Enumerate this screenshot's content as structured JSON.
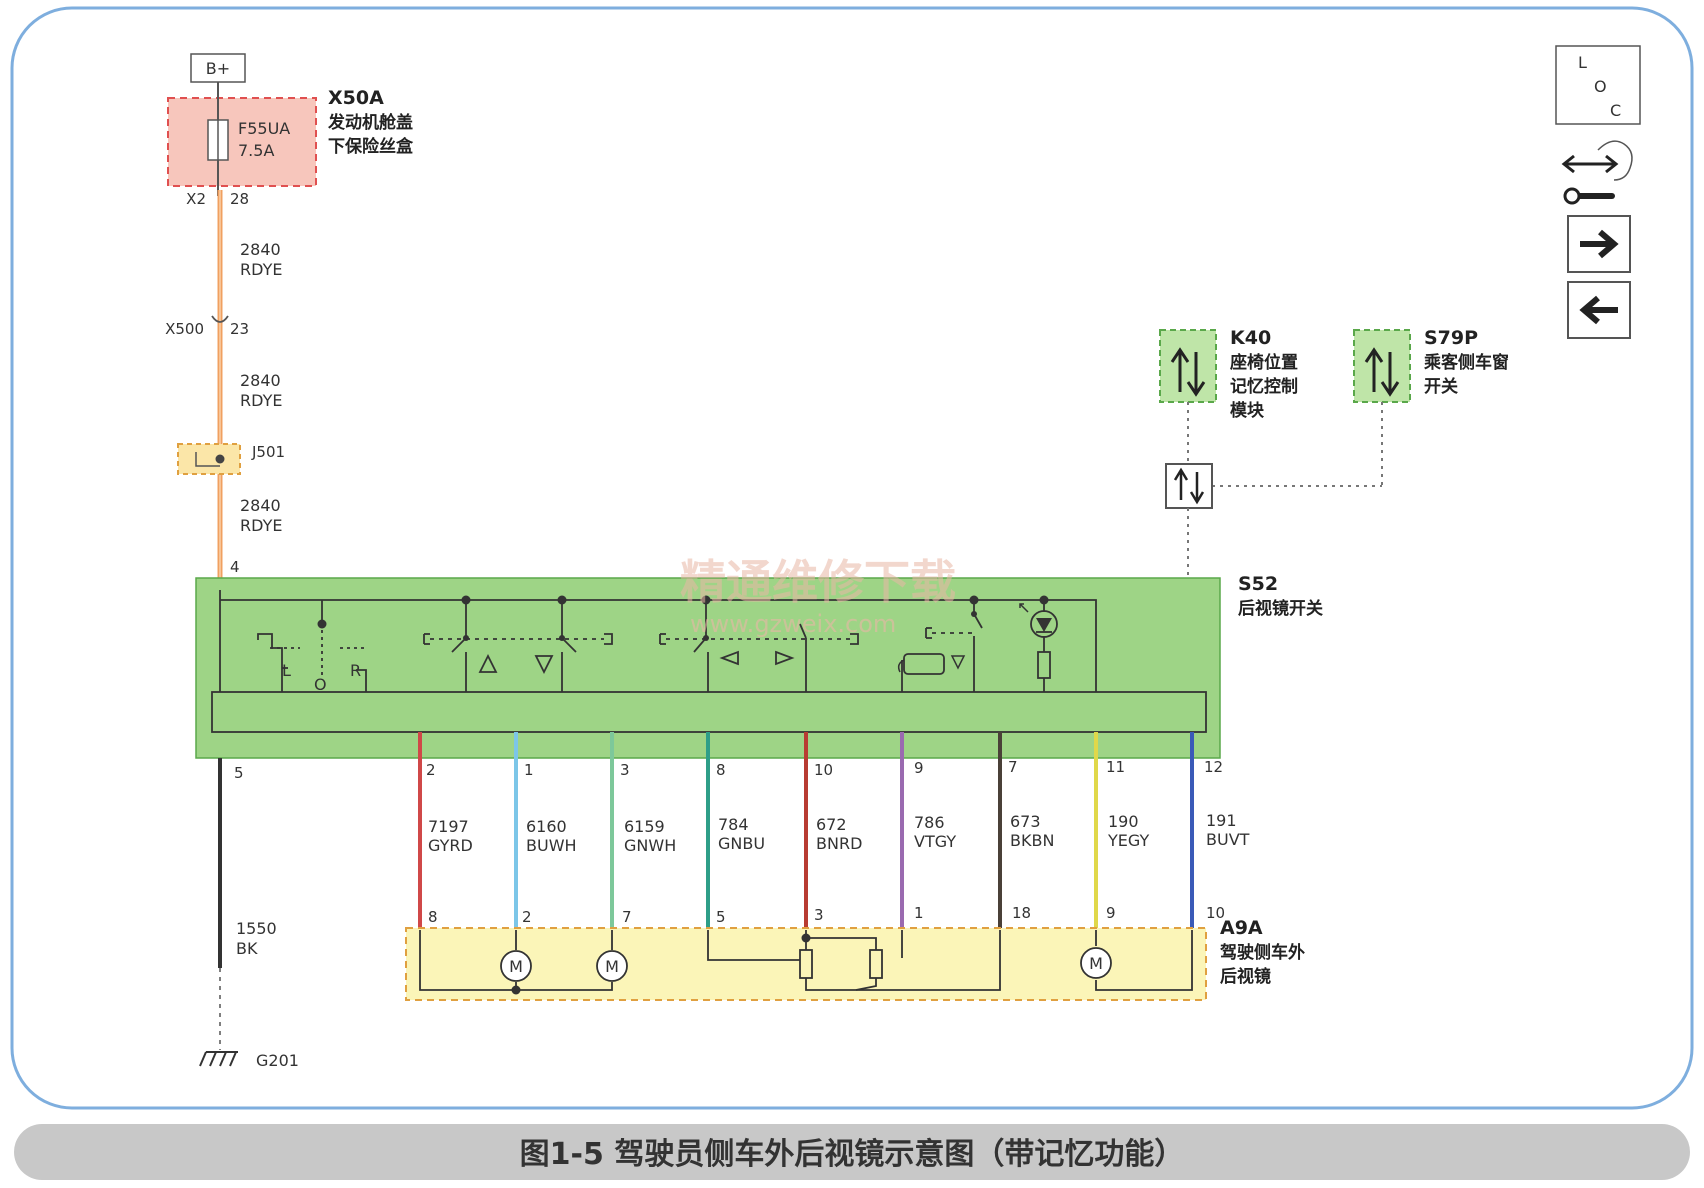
{
  "power": {
    "bplus": "B+",
    "fuse_box_id": "X50A",
    "fuse_box_name_1": "发动机舱盖",
    "fuse_box_name_2": "下保险丝盒",
    "fuse_name": "F55UA",
    "fuse_rating": "7.5A",
    "fuse_conn": "X2",
    "fuse_pin": "28",
    "inline_conn": "X500",
    "inline_pin": "23",
    "splice": "J501",
    "switch_in_pin": "4",
    "ground_pin": "5",
    "ground_wire_no": "1550",
    "ground_wire_color": "BK",
    "ground": "G201"
  },
  "feed_wires": [
    {
      "no": "2840",
      "color": "RDYE"
    },
    {
      "no": "2840",
      "color": "RDYE"
    },
    {
      "no": "2840",
      "color": "RDYE"
    }
  ],
  "components": {
    "k40_id": "K40",
    "k40_name": [
      "座椅位置",
      "记忆控制",
      "模块"
    ],
    "s79p_id": "S79P",
    "s79p_name": [
      "乘客侧车窗",
      "开关"
    ],
    "s52_id": "S52",
    "s52_name": "后视镜开关",
    "a9a_id": "A9A",
    "a9a_name": [
      "驾驶侧车外",
      "后视镜"
    ]
  },
  "switch_labels": {
    "l": "L",
    "o": "O",
    "r": "R"
  },
  "wires": [
    {
      "pin_top": "2",
      "no": "7197",
      "color": "GYRD",
      "pin_bottom": "8"
    },
    {
      "pin_top": "1",
      "no": "6160",
      "color": "BUWH",
      "pin_bottom": "2"
    },
    {
      "pin_top": "3",
      "no": "6159",
      "color": "GNWH",
      "pin_bottom": "7"
    },
    {
      "pin_top": "8",
      "no": "784",
      "color": "GNBU",
      "pin_bottom": "5"
    },
    {
      "pin_top": "10",
      "no": "672",
      "color": "BNRD",
      "pin_bottom": "3"
    },
    {
      "pin_top": "9",
      "no": "786",
      "color": "VTGY",
      "pin_bottom": "1"
    },
    {
      "pin_top": "7",
      "no": "673",
      "color": "BKBN",
      "pin_bottom": "18"
    },
    {
      "pin_top": "11",
      "no": "190",
      "color": "YEGY",
      "pin_bottom": "9"
    },
    {
      "pin_top": "12",
      "no": "191",
      "color": "BUVT",
      "pin_bottom": "10"
    }
  ],
  "motor_symbol": "M",
  "loc": {
    "l": "L",
    "o": "O",
    "c": "C"
  },
  "watermark": {
    "line1": "精通维修下载",
    "line2": "www.gzweix.com"
  },
  "caption": "图1-5   驾驶员侧车外后视镜示意图（带记忆功能）",
  "colors": {
    "feed": "#f0a060",
    "gyrd": "#d04848",
    "buwh": "#7cc6e8",
    "gnwh": "#7dc89a",
    "gnbu": "#2e9e88",
    "bnrd": "#b83c32",
    "vtgy": "#9a6ab0",
    "bkbn": "#4a4038",
    "yegy": "#e0d84a",
    "buvt": "#3a5ab8",
    "switch_fill": "#9ed486",
    "fuse_fill": "#f7c6bc",
    "mirror_fill": "#fbf5b8",
    "module_fill": "#bfe5a8"
  }
}
